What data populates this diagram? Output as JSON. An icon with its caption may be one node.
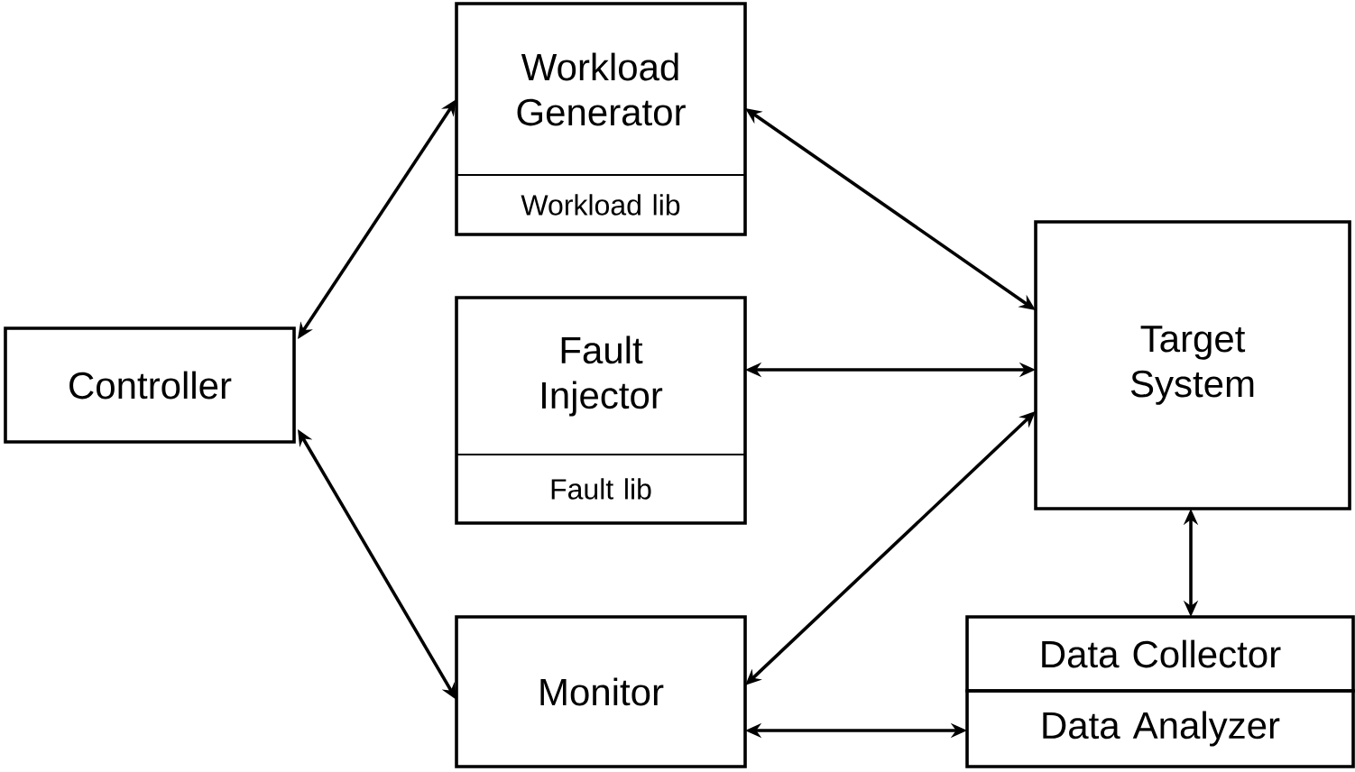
{
  "diagram": {
    "nodes": [
      {
        "text": [
          "Controller"
        ]
      },
      {
        "text": [
          "Workload Generator",
          "Workload lib"
        ]
      },
      {
        "text": [
          "Fault Injector",
          "Fault lib"
        ]
      },
      {
        "text": [
          "Target System"
        ]
      },
      {
        "text": [
          "Monitor"
        ]
      },
      {
        "text": [
          "Data Collector"
        ]
      },
      {
        "text": [
          "Data Analyzer"
        ]
      }
    ],
    "edges": [
      {
        "from": 0,
        "to": 1,
        "arrow": "both"
      },
      {
        "from": 0,
        "to": 4,
        "arrow": "both"
      },
      {
        "from": 1,
        "to": 3,
        "arrow": "both"
      },
      {
        "from": 2,
        "to": 3,
        "arrow": "both"
      },
      {
        "from": 4,
        "to": 3,
        "arrow": "both"
      },
      {
        "from": 3,
        "to": 5,
        "arrow": "both"
      },
      {
        "from": 4,
        "to": 6,
        "arrow": "both"
      }
    ]
  }
}
